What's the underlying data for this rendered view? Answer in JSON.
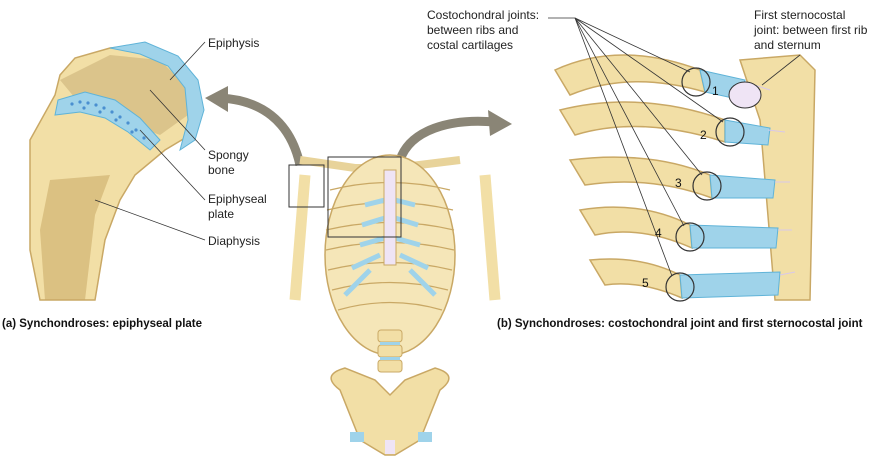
{
  "labels_a": {
    "epiphysis": "Epiphysis",
    "spongy_line1": "Spongy",
    "spongy_line2": "bone",
    "epiphyseal_line1": "Epiphyseal",
    "epiphyseal_line2": "plate",
    "diaphysis": "Diaphysis"
  },
  "labels_b": {
    "costochondral_line1": "Costochondral joints:",
    "costochondral_line2": "between ribs and",
    "costochondral_line3": "costal cartilages",
    "sternocostal_line1": "First sternocostal",
    "sternocostal_line2": "joint: between first rib",
    "sternocostal_line3": "and sternum",
    "rib_numbers": [
      "1",
      "2",
      "3",
      "4",
      "5"
    ]
  },
  "captions": {
    "a": "(a) Synchondroses: epiphyseal plate",
    "b": "(b) Synchondroses: costochondral joint and first sternocostal joint"
  },
  "colors": {
    "bone": "#f2dfa6",
    "bone_dark": "#c9a865",
    "cartilage": "#9fd3ea",
    "cartilage_dark": "#5fb3d8",
    "spongy": "#d7bf86",
    "arrow": "#8a8576"
  }
}
